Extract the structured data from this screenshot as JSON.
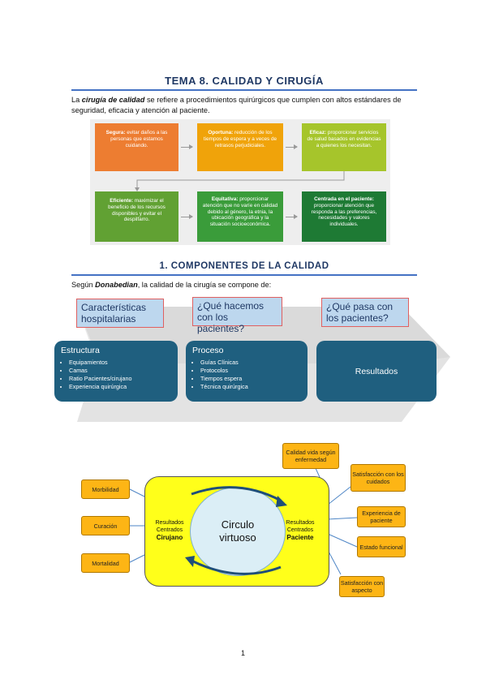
{
  "title": "TEMA 8. CALIDAD Y CIRUGÍA",
  "intro": {
    "prefix": "La ",
    "term": "cirugía de calidad",
    "rest": " se refiere a procedimientos quirúrgicos que cumplen con altos estándares de seguridad, eficacia y atención al paciente."
  },
  "quality_boxes": [
    {
      "label": "Segura:",
      "text": " evitar daños a las personas que estamos cuidando.",
      "color": "#ed7d31"
    },
    {
      "label": "Oportuna:",
      "text": " reducción de los tiempos de espera y a veces de retrasos perjudiciales.",
      "color": "#f0a30a"
    },
    {
      "label": "Eficaz:",
      "text": " proporcionar servicios de salud basados en evidencias a quienes los necesitan.",
      "color": "#a6c52b"
    },
    {
      "label": "Eficiente:",
      "text": " maximizar el beneficio de los recursos disponibles y evitar el despilfarro.",
      "color": "#61a133"
    },
    {
      "label": "Equitativa:",
      "text": " proporcionar atención que no varíe en calidad debido al género, la etnia, la ubicación geográfica y la situación socioeconómica.",
      "color": "#3a9c3a"
    },
    {
      "label": "Centrada en el paciente:",
      "text": " proporcionar atención que responda a las preferencias, necesidades y valores individuales.",
      "color": "#1e7a34"
    }
  ],
  "section1": {
    "heading": "1.  COMPONENTES DE LA CALIDAD",
    "lead_prefix": "Según ",
    "lead_author": "Donabedian",
    "lead_rest": ", la calidad de la cirugía se compone de:"
  },
  "callouts": [
    "Características hospitalarias",
    "¿Qué hacemos con los pacientes?",
    "¿Qué pasa con los pacientes?"
  ],
  "cards": {
    "estructura": {
      "title": "Estructura",
      "items": [
        "Equipamientos",
        "Camas",
        "Ratio Pacientes/cirujano",
        "Experiencia quirúrgica"
      ]
    },
    "proceso": {
      "title": "Proceso",
      "items": [
        "Guías Clínicas",
        "Protocolos",
        "Tiempos espera",
        "Técnica quirúrgica"
      ]
    },
    "resultados": {
      "title": "Resultados"
    }
  },
  "cycle": {
    "center": "Circulo virtuoso",
    "left_line1": "Resultados",
    "left_line2": "Centrados",
    "left_strong": "Cirujano",
    "right_line1": "Resultados",
    "right_line2": "Centrados",
    "right_strong": "Paciente",
    "left_outcomes": [
      "Morbilidad",
      "Curación",
      "Mortalidad"
    ],
    "right_outcomes": [
      "Calidad vida según enfermedad",
      "Satisfacción con los cuidados",
      "Experiencia de paciente",
      "Estado funcional",
      "Satisfacción con aspecto"
    ]
  },
  "page_number": "1"
}
